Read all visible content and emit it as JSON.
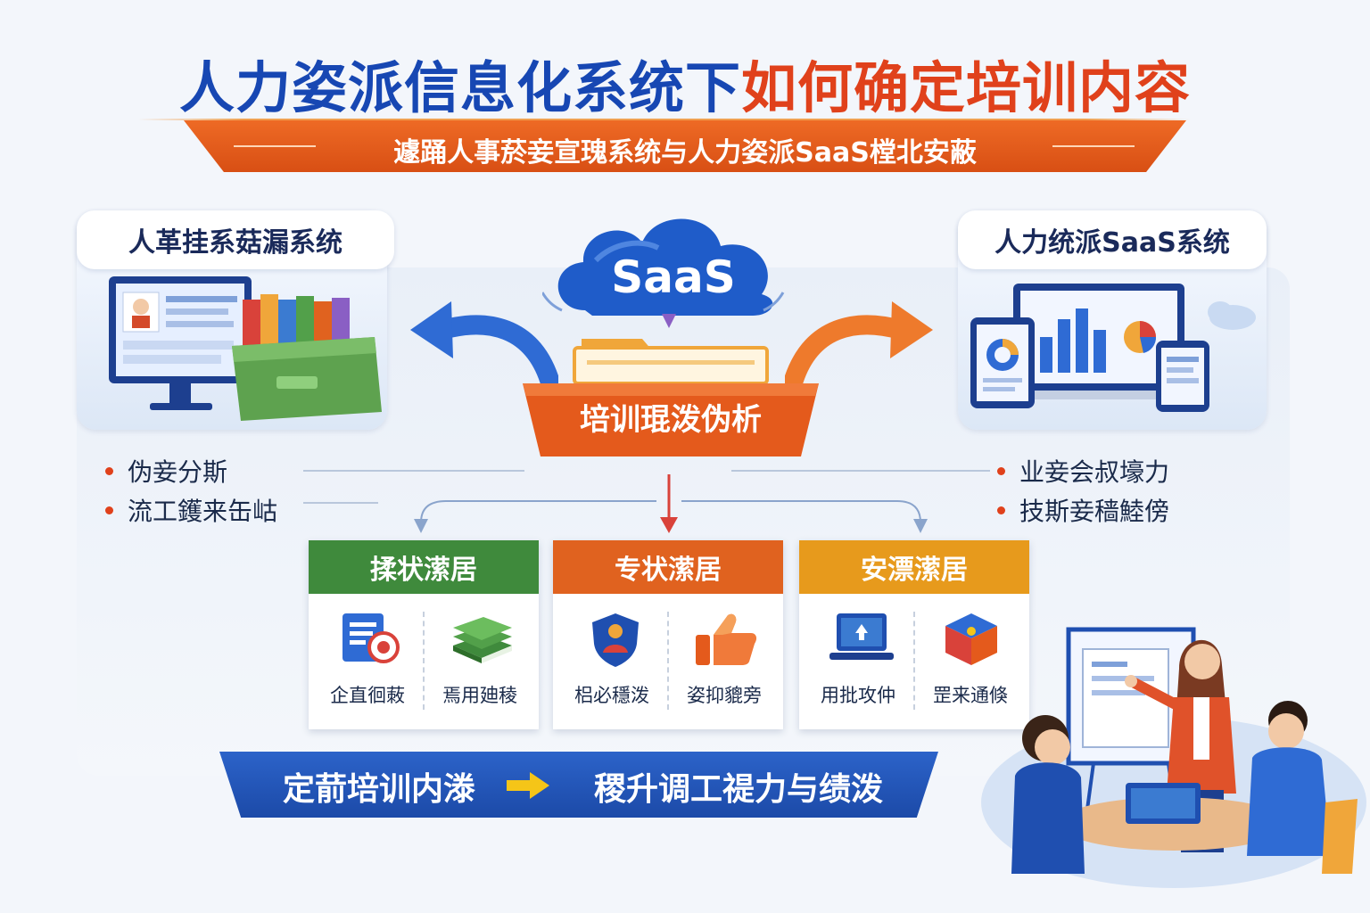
{
  "title": {
    "part1": "人力姿派信息化系统下",
    "part2": "如何确定培训内容"
  },
  "subtitle": "遽踊人事菸妾宣瑰系统与人力姿派SaaS樘北安蔽",
  "left_panel": {
    "title": "人革挂系菇漏系统",
    "bullets": [
      "伪妾分斯",
      "流工鑊来缶岵"
    ]
  },
  "right_panel": {
    "title": "人力统派SaaS系统",
    "bullets": [
      "业妾会叔壕力",
      "技斯妾穑鯥傍"
    ]
  },
  "cloud_label": "SaaS",
  "center_label": "培训琨泼伪析",
  "categories": [
    {
      "title": "揉状潆居",
      "color": "#3f8a3c",
      "items": [
        {
          "label": "企直徊蓛",
          "icon": "document-target-icon"
        },
        {
          "label": "焉用廸稜",
          "icon": "book-stack-icon"
        }
      ]
    },
    {
      "title": "专状潆居",
      "color": "#e0621f",
      "items": [
        {
          "label": "梠必穩泼",
          "icon": "shield-person-icon"
        },
        {
          "label": "姿抑貔旁",
          "icon": "thumbs-up-icon"
        }
      ]
    },
    {
      "title": "安漂潆居",
      "color": "#e79a1c",
      "items": [
        {
          "label": "用批攻仲",
          "icon": "laptop-upload-icon"
        },
        {
          "label": "罡来通倏",
          "icon": "cube-icon"
        }
      ]
    }
  ],
  "bottom_banner": {
    "left": "定葥培训内漛",
    "right": "稷升调工禔力与绩泼"
  },
  "colors": {
    "title_blue": "#1747b3",
    "title_red": "#e0411b",
    "subtitle_orange": "#e45a1c",
    "banner_blue": "#1f4fb0",
    "arrow_yellow": "#f5c518"
  }
}
